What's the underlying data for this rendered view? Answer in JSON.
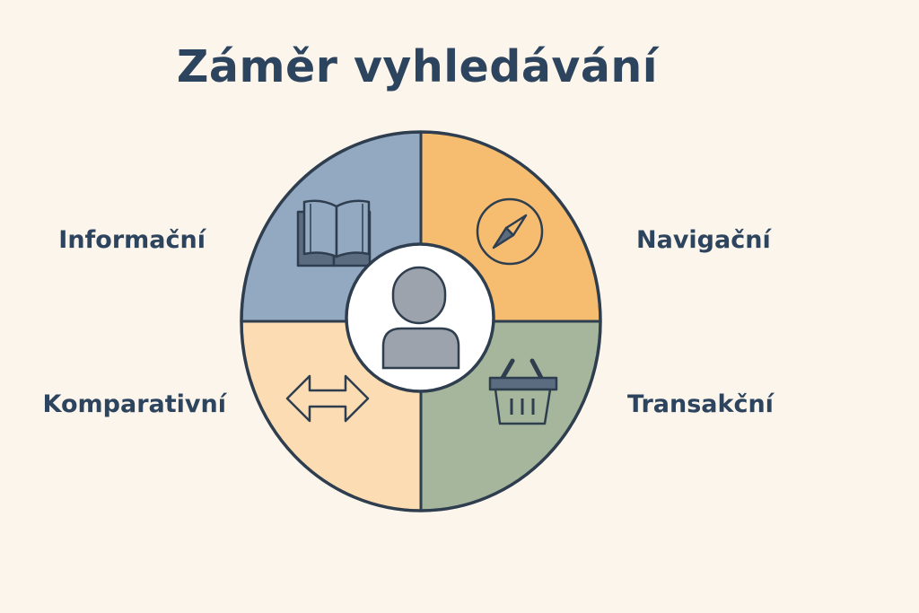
{
  "title": "Záměr vyhledávání",
  "segments": [
    {
      "id": "informacni",
      "label": "Informační",
      "icon": "book-icon",
      "color": "#93a9c2"
    },
    {
      "id": "navigacni",
      "label": "Navigační",
      "icon": "compass-icon",
      "color": "#f6bd70"
    },
    {
      "id": "transakcni",
      "label": "Transakční",
      "icon": "basket-icon",
      "color": "#a5b69d"
    },
    {
      "id": "komparativni",
      "label": "Komparativní",
      "icon": "double-arrow-icon",
      "color": "#fcdcb2"
    }
  ],
  "center": {
    "icon": "user-icon"
  },
  "colors": {
    "background": "#fcf5ec",
    "text": "#2d445e",
    "outline": "#2f3e4f",
    "icon_fill": "#5c6c80",
    "user_fill": "#9ca3ad"
  }
}
